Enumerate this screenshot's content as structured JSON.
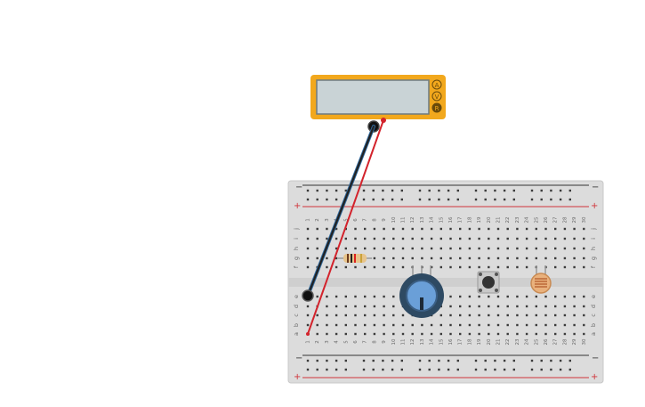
{
  "multimeter": {
    "display_value": "",
    "modes": [
      "A",
      "V",
      "R"
    ],
    "selected_mode": "R",
    "body_color": "#f2a81d",
    "screen_color": "#c9d3d6"
  },
  "breadboard": {
    "rail_top_left": "−",
    "rail_top_right": "−",
    "rail_plus_top_left": "+",
    "rail_plus_top_right": "+",
    "rail_minus_bottom_left": "−",
    "rail_minus_bottom_right": "−",
    "rail_plus_bottom_left": "+",
    "rail_plus_bottom_right": "+",
    "column_numbers": [
      "1",
      "2",
      "3",
      "4",
      "5",
      "6",
      "7",
      "8",
      "9",
      "10",
      "11",
      "12",
      "13",
      "14",
      "15",
      "16",
      "17",
      "18",
      "19",
      "20",
      "21",
      "22",
      "23",
      "24",
      "25",
      "26",
      "27",
      "28",
      "29",
      "30"
    ],
    "row_letters_top": [
      "j",
      "i",
      "h",
      "g",
      "f"
    ],
    "row_letters_bottom": [
      "e",
      "d",
      "c",
      "b",
      "a"
    ],
    "rail_negative_color": "#333333",
    "rail_positive_color": "#d0343a"
  },
  "wires": {
    "black_color": "#222222",
    "blue_color": "#2f6aa0",
    "red_color": "#d3232c"
  },
  "components": {
    "resistor_color": "#e7c48b",
    "potentiometer_color": "#6a9fd8",
    "button_color": "#9a9a9a",
    "photoresistor_color": "#e9b17c"
  }
}
